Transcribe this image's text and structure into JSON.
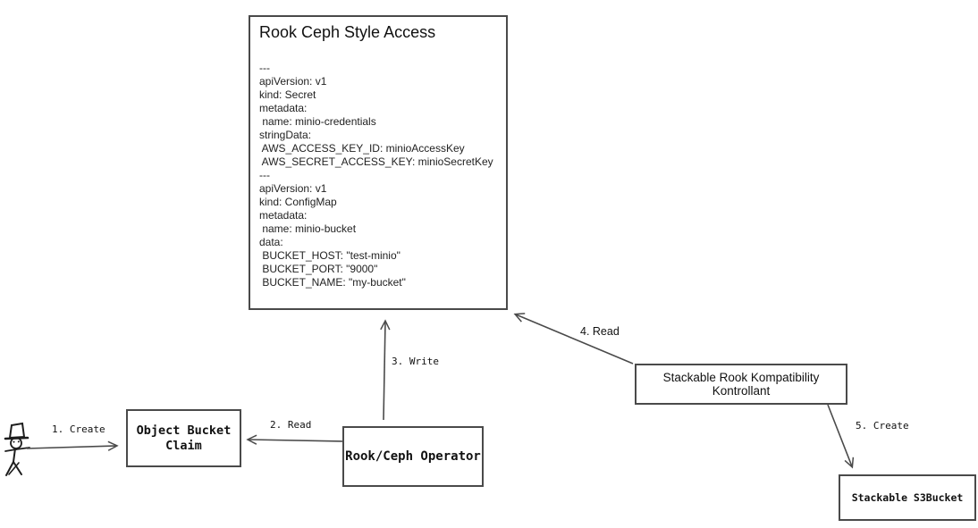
{
  "colors": {
    "line": "#4a4a4a",
    "text": "#111111",
    "background": "#ffffff"
  },
  "main_box": {
    "title": "Rook Ceph Style Access",
    "yaml": "---\napiVersion: v1\nkind: Secret\nmetadata:\n name: minio-credentials\nstringData:\n AWS_ACCESS_KEY_ID: minioAccessKey\n AWS_SECRET_ACCESS_KEY: minioSecretKey\n---\napiVersion: v1\nkind: ConfigMap\nmetadata:\n name: minio-bucket\ndata:\n BUCKET_HOST: \"test-minio\"\n BUCKET_PORT: \"9000\"\n BUCKET_NAME: \"my-bucket\""
  },
  "nodes": {
    "object_bucket_claim": "Object Bucket Claim",
    "rook_ceph_operator": "Rook/Ceph Operator",
    "stackable_kontrollant": "Stackable Rook Kompatibility Kontrollant",
    "stackable_s3bucket": "Stackable S3Bucket"
  },
  "edges": {
    "create_claim": "1. Create",
    "read_claim": "2. Read",
    "write_manifests": "3. Write",
    "read_manifests": "4. Read",
    "create_s3bucket": "5. Create"
  }
}
